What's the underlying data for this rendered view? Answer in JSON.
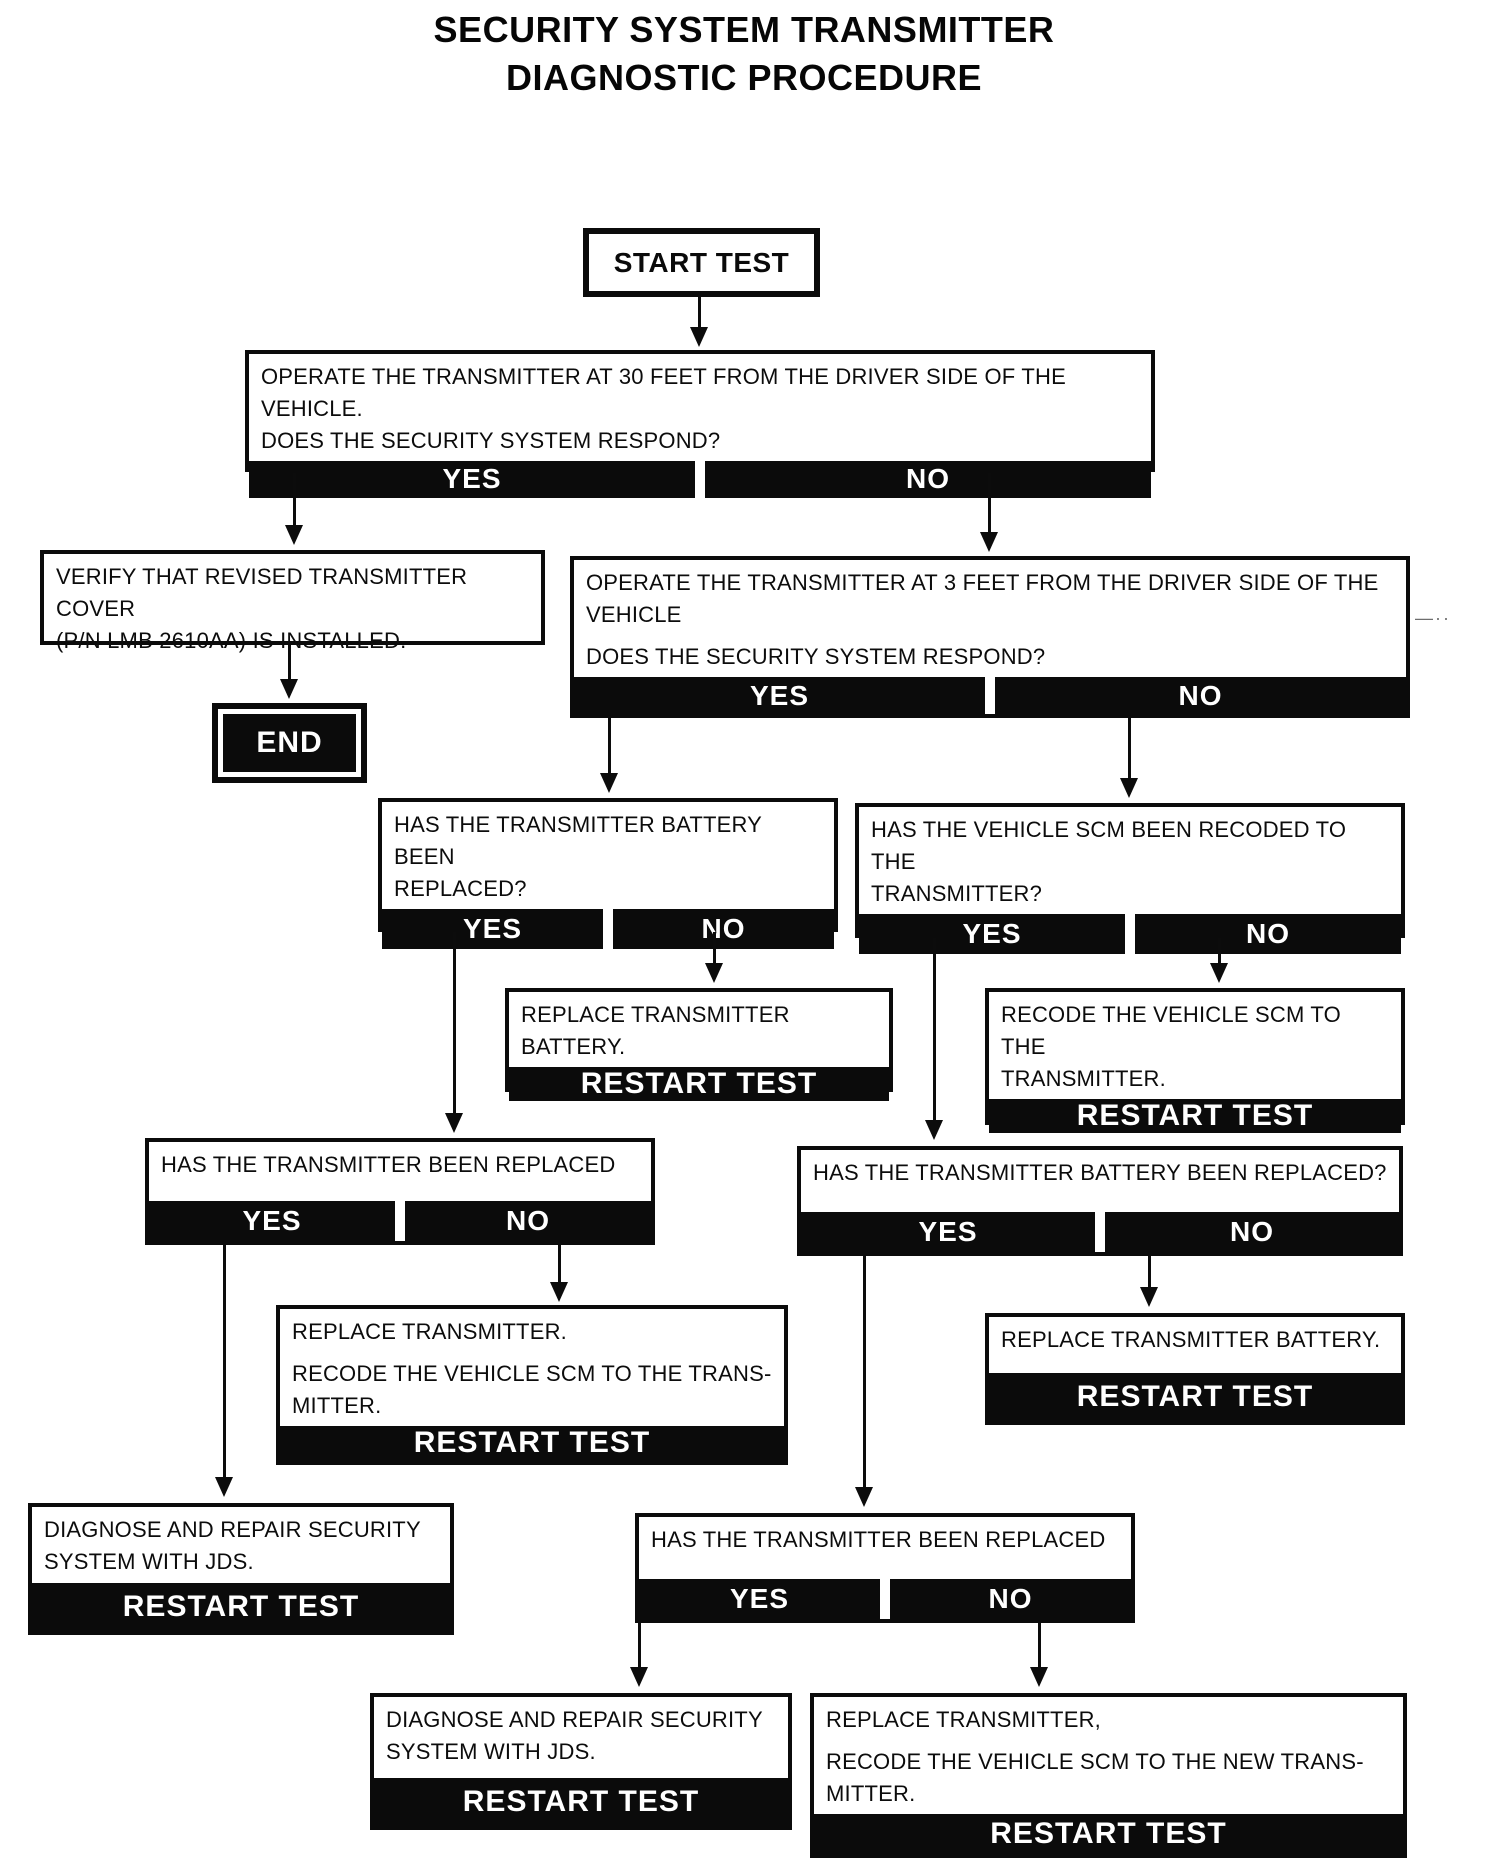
{
  "title": {
    "line1": "SECURITY SYSTEM TRANSMITTER",
    "line2": "DIAGNOSTIC PROCEDURE"
  },
  "labels": {
    "yes": "YES",
    "no": "NO",
    "restart_test": "RESTART TEST"
  },
  "nodes": {
    "start": {
      "label": "START TEST"
    },
    "end": {
      "label": "END"
    },
    "q_operate_30ft": {
      "lines": [
        "OPERATE THE TRANSMITTER AT 30 FEET FROM THE DRIVER SIDE OF THE VEHICLE.",
        "DOES THE SECURITY SYSTEM RESPOND?"
      ]
    },
    "verify_cover": {
      "lines": [
        "VERIFY THAT REVISED TRANSMITTER COVER",
        "(P/N LMB 2610AA) IS INSTALLED."
      ]
    },
    "q_operate_3ft": {
      "lines": [
        "OPERATE THE TRANSMITTER AT 3 FEET FROM THE DRIVER SIDE OF THE",
        "VEHICLE",
        "DOES THE SECURITY SYSTEM RESPOND?"
      ]
    },
    "q_battery_left": {
      "lines": [
        "HAS THE TRANSMITTER BATTERY BEEN",
        "REPLACED?"
      ]
    },
    "q_scm_recoded": {
      "lines": [
        "HAS THE VEHICLE SCM BEEN RECODED TO THE",
        "TRANSMITTER?"
      ]
    },
    "replace_battery_mid": {
      "lines": [
        "REPLACE TRANSMITTER BATTERY."
      ]
    },
    "recode_scm": {
      "lines": [
        "RECODE THE VEHICLE SCM TO THE",
        "TRANSMITTER."
      ]
    },
    "q_transmitter_left": {
      "lines": [
        "HAS THE TRANSMITTER BEEN REPLACED"
      ]
    },
    "q_battery_right": {
      "lines": [
        "HAS THE TRANSMITTER BATTERY BEEN REPLACED?"
      ]
    },
    "replace_transmitter_mid": {
      "lines": [
        "REPLACE TRANSMITTER.",
        "RECODE THE VEHICLE SCM TO THE TRANS-",
        "MITTER."
      ]
    },
    "replace_battery_right": {
      "lines": [
        "REPLACE TRANSMITTER BATTERY."
      ]
    },
    "diagnose_jds_left": {
      "lines": [
        "DIAGNOSE AND REPAIR SECURITY",
        "SYSTEM WITH JDS."
      ]
    },
    "q_transmitter_right": {
      "lines": [
        "HAS THE TRANSMITTER BEEN REPLACED"
      ]
    },
    "diagnose_jds_bottom": {
      "lines": [
        "DIAGNOSE AND REPAIR SECURITY",
        "SYSTEM WITH JDS."
      ]
    },
    "replace_transmitter_new": {
      "lines": [
        "REPLACE TRANSMITTER,",
        "RECODE THE VEHICLE SCM TO THE NEW TRANS-",
        "MITTER."
      ]
    }
  },
  "colors": {
    "ink": "#0b0b0b",
    "paper": "#ffffff"
  }
}
